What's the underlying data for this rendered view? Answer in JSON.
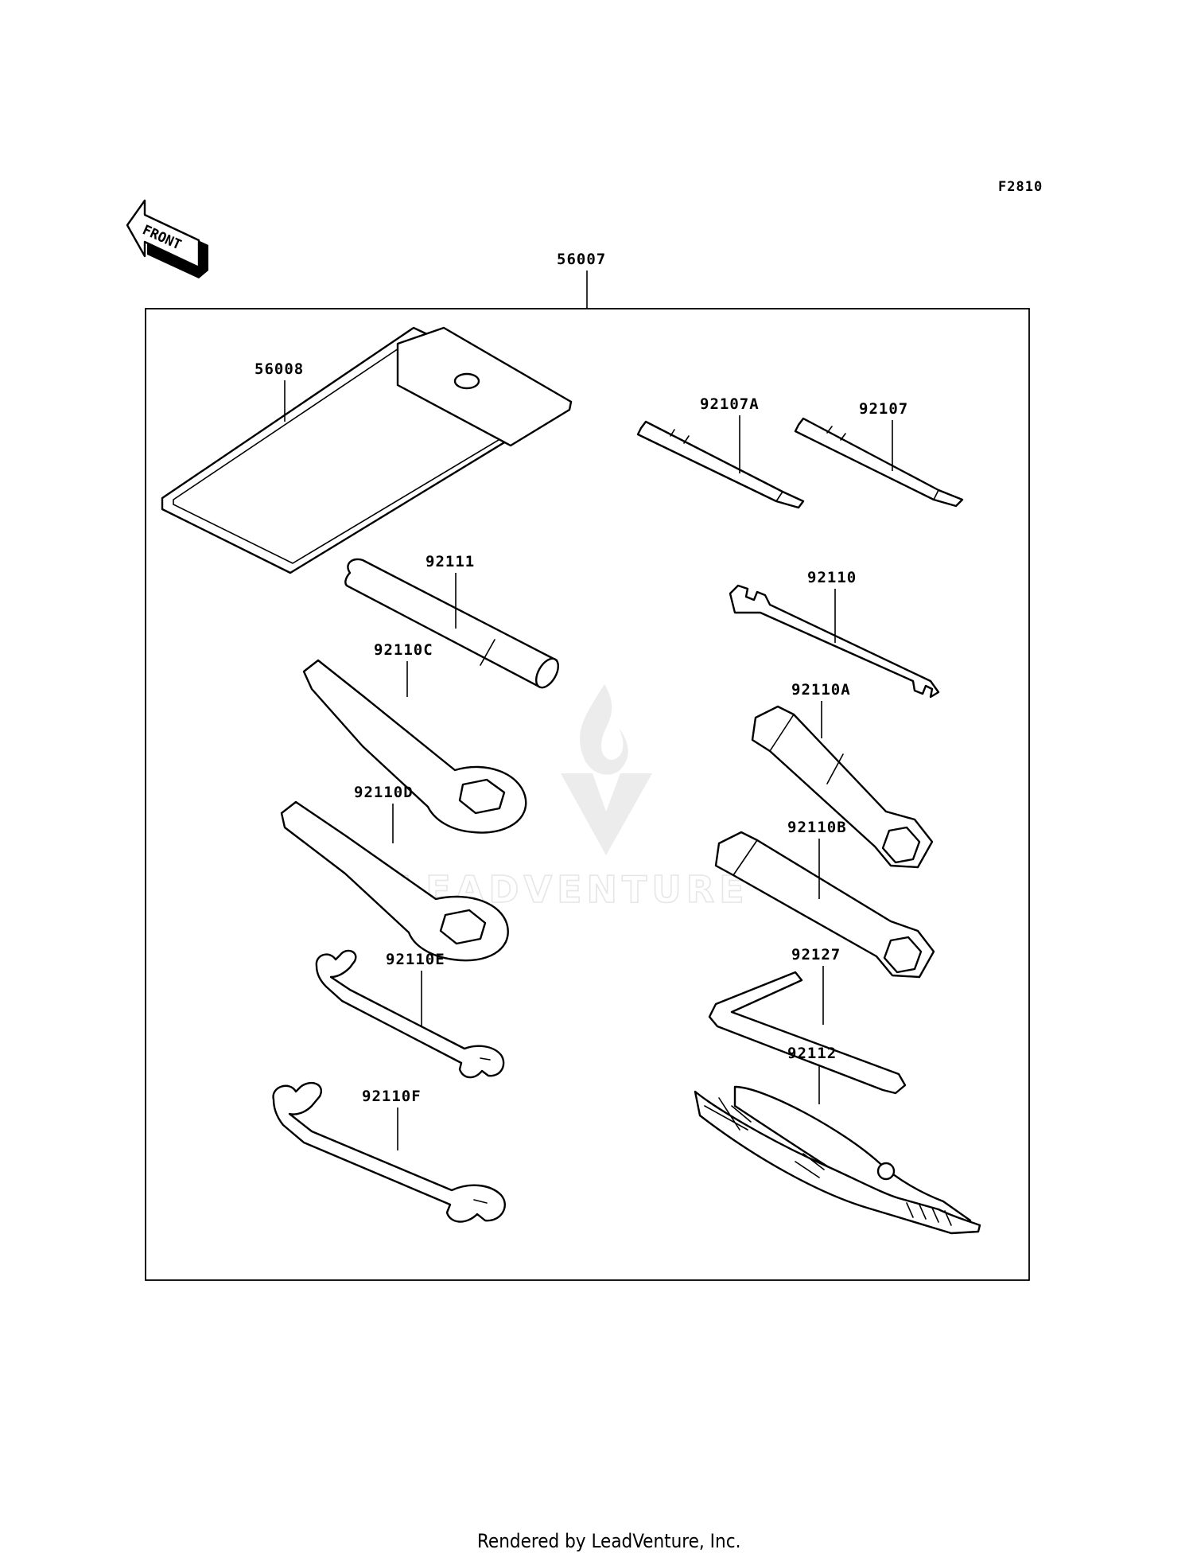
{
  "diagram_code": "F2810",
  "front_marker": "FRONT",
  "kit": {
    "part_number": "56007"
  },
  "parts": [
    {
      "id": "56008",
      "label": "56008"
    },
    {
      "id": "92107A",
      "label": "92107A"
    },
    {
      "id": "92107",
      "label": "92107"
    },
    {
      "id": "92111",
      "label": "92111"
    },
    {
      "id": "92110",
      "label": "92110"
    },
    {
      "id": "92110C",
      "label": "92110C"
    },
    {
      "id": "92110A",
      "label": "92110A"
    },
    {
      "id": "92110D",
      "label": "92110D"
    },
    {
      "id": "92110B",
      "label": "92110B"
    },
    {
      "id": "92110E",
      "label": "92110E"
    },
    {
      "id": "92127",
      "label": "92127"
    },
    {
      "id": "92112",
      "label": "92112"
    },
    {
      "id": "92110F",
      "label": "92110F"
    }
  ],
  "watermark": "LEADVENTURE",
  "credit": "Rendered by LeadVenture, Inc."
}
